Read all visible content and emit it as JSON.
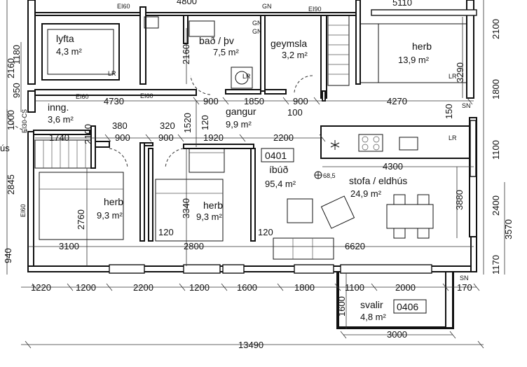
{
  "rooms": {
    "lyfta": {
      "name": "lyfta",
      "area": "4,3 m²"
    },
    "bad": {
      "name": "bað / þv",
      "area": "7,5 m²"
    },
    "geymsla": {
      "name": "geymsla",
      "area": "3,2 m²"
    },
    "herb_ne": {
      "name": "herb",
      "area": "13,9 m²"
    },
    "inng": {
      "name": "inng.",
      "area": "3,6 m²"
    },
    "gangur": {
      "name": "gangur",
      "area": "9,9 m²"
    },
    "herb_w": {
      "name": "herb",
      "area": "9,3 m²"
    },
    "herb_c": {
      "name": "herb",
      "area": "9,3 m²"
    },
    "ibud": {
      "name": "íbúð",
      "area": "95,4 m²",
      "number": "0401"
    },
    "stofa": {
      "name": "stofa / eldhús",
      "area": "24,9 m²"
    },
    "svalir": {
      "name": "svalir",
      "area": "4,8 m²",
      "number": "0406"
    }
  },
  "markers": {
    "level": "68,5",
    "lr1": "LR",
    "lr2": "LR",
    "lr3": "LR",
    "lr4": "LR",
    "gn1": "GN",
    "gn2": "GN",
    "gn3": "GN",
    "ei60a": "EI60",
    "ei60b": "EI60",
    "ei60c": "EI60",
    "ei60d": "EI60",
    "ei90": "EI90",
    "ei30cs": "EI30-CS",
    "sn1": "SN",
    "sn2": "SN",
    "top_fragment": "5110"
  },
  "dimensions": {
    "d4730": "4730",
    "d900a": "900",
    "d1850": "1850",
    "d900b": "900",
    "d4270": "4270",
    "d100": "100",
    "d1740": "1740",
    "d900c": "900",
    "d900d": "900",
    "d1920": "1920",
    "d2200": "2200",
    "d4300": "4300",
    "d380": "380",
    "d320": "320",
    "d2160a": "2160",
    "d2160b": "2160",
    "d1520": "1520",
    "d120a": "120",
    "d2100": "2100",
    "d3290": "3290",
    "d150": "150",
    "d1800": "1800",
    "d1100": "1100",
    "d2400": "2400",
    "d3880": "3880",
    "d3570": "3570",
    "d1170": "1170",
    "d2100r": "2100",
    "d1180": "1180",
    "d950": "950",
    "d1000": "1000",
    "d2845": "2845",
    "d940": "940",
    "d2760": "2760",
    "d3340": "3340",
    "d120b": "120",
    "d120c": "120",
    "d3100": "3100",
    "d2800": "2800",
    "d6620": "6620",
    "b1220": "1220",
    "b1200a": "1200",
    "b2200": "2200",
    "b1200b": "1200",
    "b1600": "1600",
    "b1800": "1800",
    "b1100": "1100",
    "b2000": "2000",
    "b170": "170",
    "d1600v": "1600",
    "d3000": "3000",
    "d13490": "13490",
    "frag_us": "ús",
    "frag_4800": "4800"
  },
  "colors": {
    "line": "#111111",
    "background": "#ffffff"
  }
}
